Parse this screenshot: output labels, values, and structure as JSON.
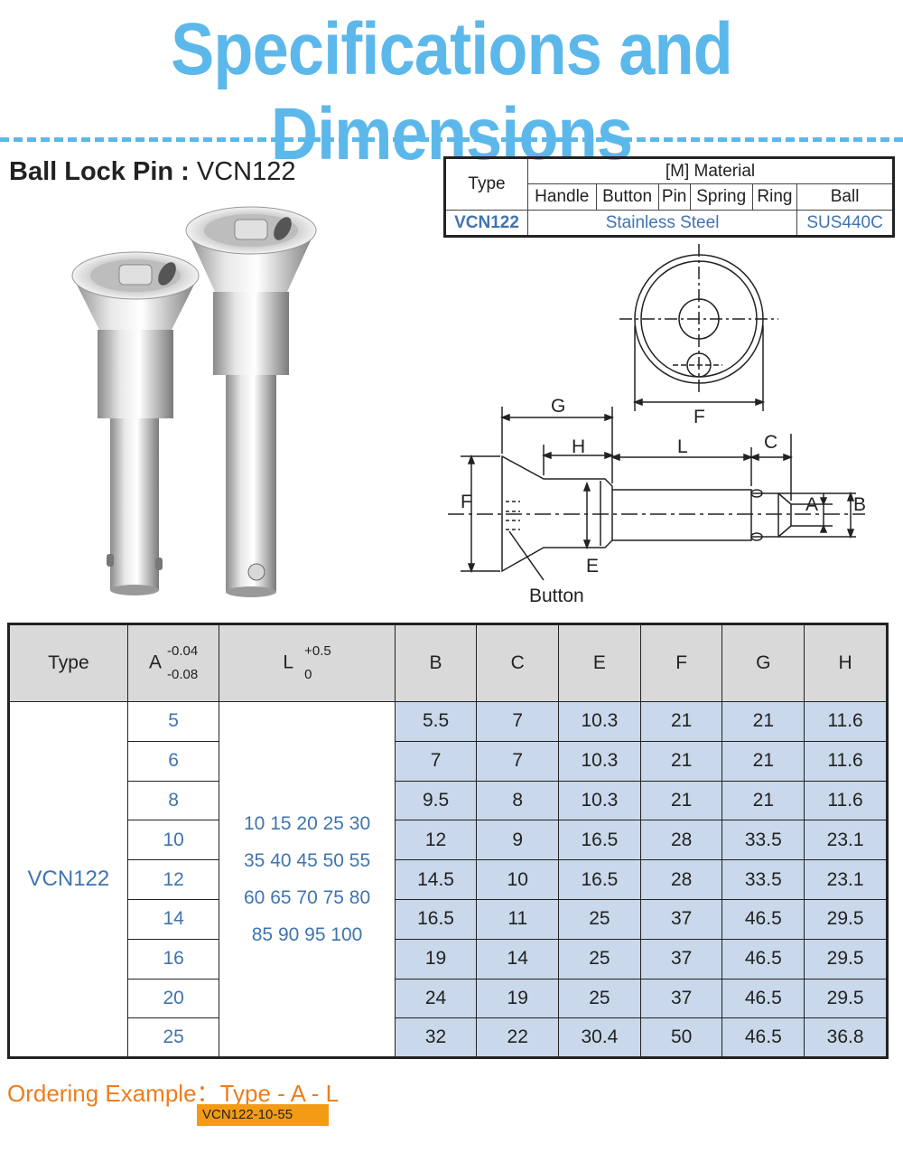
{
  "title": "Specifications and Dimensions",
  "product": {
    "label": "Ball Lock Pin :",
    "model": "VCN122"
  },
  "material_table": {
    "type_header": "Type",
    "material_header": "[M] Material",
    "parts": [
      "Handle",
      "Button",
      "Pin",
      "Spring",
      "Ring",
      "Ball"
    ],
    "type_value": "VCN122",
    "main_material": "Stainless Steel",
    "ball_material": "SUS440C"
  },
  "drawing_labels": {
    "F_top": "F",
    "G": "G",
    "H": "H",
    "L": "L",
    "C": "C",
    "F_side": "F",
    "A": "A",
    "B": "B",
    "E": "E",
    "button": "Button"
  },
  "dim_table": {
    "headers": {
      "type": "Type",
      "A": "A",
      "A_tol_upper": "-0.04",
      "A_tol_lower": "-0.08",
      "L": "L",
      "L_tol_upper": "+0.5",
      "L_tol_lower": "0",
      "B": "B",
      "C": "C",
      "E": "E",
      "F": "F",
      "G": "G",
      "H": "H"
    },
    "type": "VCN122",
    "L_values": [
      "10 15 20 25 30",
      "35 40 45 50 55",
      "60 65 70 75 80",
      "85 90 95 100"
    ],
    "rows": [
      {
        "A": "5",
        "B": "5.5",
        "C": "7",
        "E": "10.3",
        "F": "21",
        "G": "21",
        "H": "11.6"
      },
      {
        "A": "6",
        "B": "7",
        "C": "7",
        "E": "10.3",
        "F": "21",
        "G": "21",
        "H": "11.6"
      },
      {
        "A": "8",
        "B": "9.5",
        "C": "8",
        "E": "10.3",
        "F": "21",
        "G": "21",
        "H": "11.6"
      },
      {
        "A": "10",
        "B": "12",
        "C": "9",
        "E": "16.5",
        "F": "28",
        "G": "33.5",
        "H": "23.1"
      },
      {
        "A": "12",
        "B": "14.5",
        "C": "10",
        "E": "16.5",
        "F": "28",
        "G": "33.5",
        "H": "23.1"
      },
      {
        "A": "14",
        "B": "16.5",
        "C": "11",
        "E": "25",
        "F": "37",
        "G": "46.5",
        "H": "29.5"
      },
      {
        "A": "16",
        "B": "19",
        "C": "14",
        "E": "25",
        "F": "37",
        "G": "46.5",
        "H": "29.5"
      },
      {
        "A": "20",
        "B": "24",
        "C": "19",
        "E": "25",
        "F": "37",
        "G": "46.5",
        "H": "29.5"
      },
      {
        "A": "25",
        "B": "32",
        "C": "22",
        "E": "30.4",
        "F": "50",
        "G": "46.5",
        "H": "36.8"
      }
    ]
  },
  "ordering": {
    "label": "Ordering Example：Type - A - L",
    "example": "VCN122-10-55"
  }
}
